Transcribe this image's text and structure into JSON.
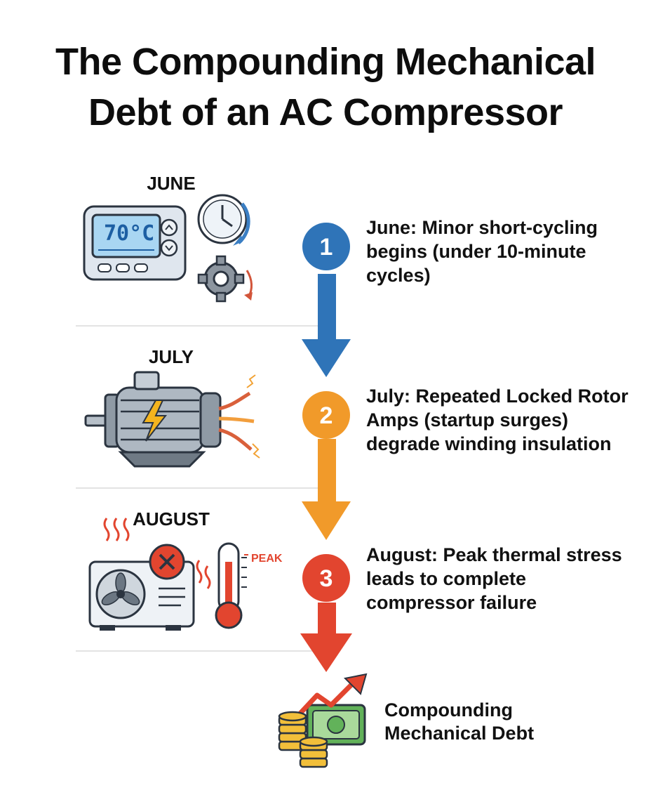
{
  "title": {
    "line1": "The Compounding Mechanical",
    "line2": "Debt of an AC Compressor"
  },
  "steps": [
    {
      "month": "JUNE",
      "number": "1",
      "color": "#2f74b8",
      "description": "June: Minor short-cycling begins (under 10-minute cycles)",
      "icons": [
        "thermostat-icon",
        "clock-cycle-icon",
        "gear-icon"
      ],
      "thermostat_display": "70°C"
    },
    {
      "month": "JULY",
      "number": "2",
      "color": "#f19a2a",
      "description": "July: Repeated Locked Rotor Amps (startup surges) degrade winding insulation",
      "icons": [
        "electric-motor-icon",
        "frayed-wires-icon"
      ]
    },
    {
      "month": "AUGUST",
      "number": "3",
      "color": "#e2452f",
      "description": "August: Peak thermal stress leads to complete compressor failure",
      "icons": [
        "ac-unit-icon",
        "failure-x-icon",
        "thermometer-icon"
      ],
      "thermometer_label": "PEAK"
    }
  ],
  "result": {
    "label": "Compounding Mechanical Debt",
    "icons": [
      "coin-stack-icon",
      "money-bill-icon",
      "rising-arrow-icon"
    ]
  }
}
